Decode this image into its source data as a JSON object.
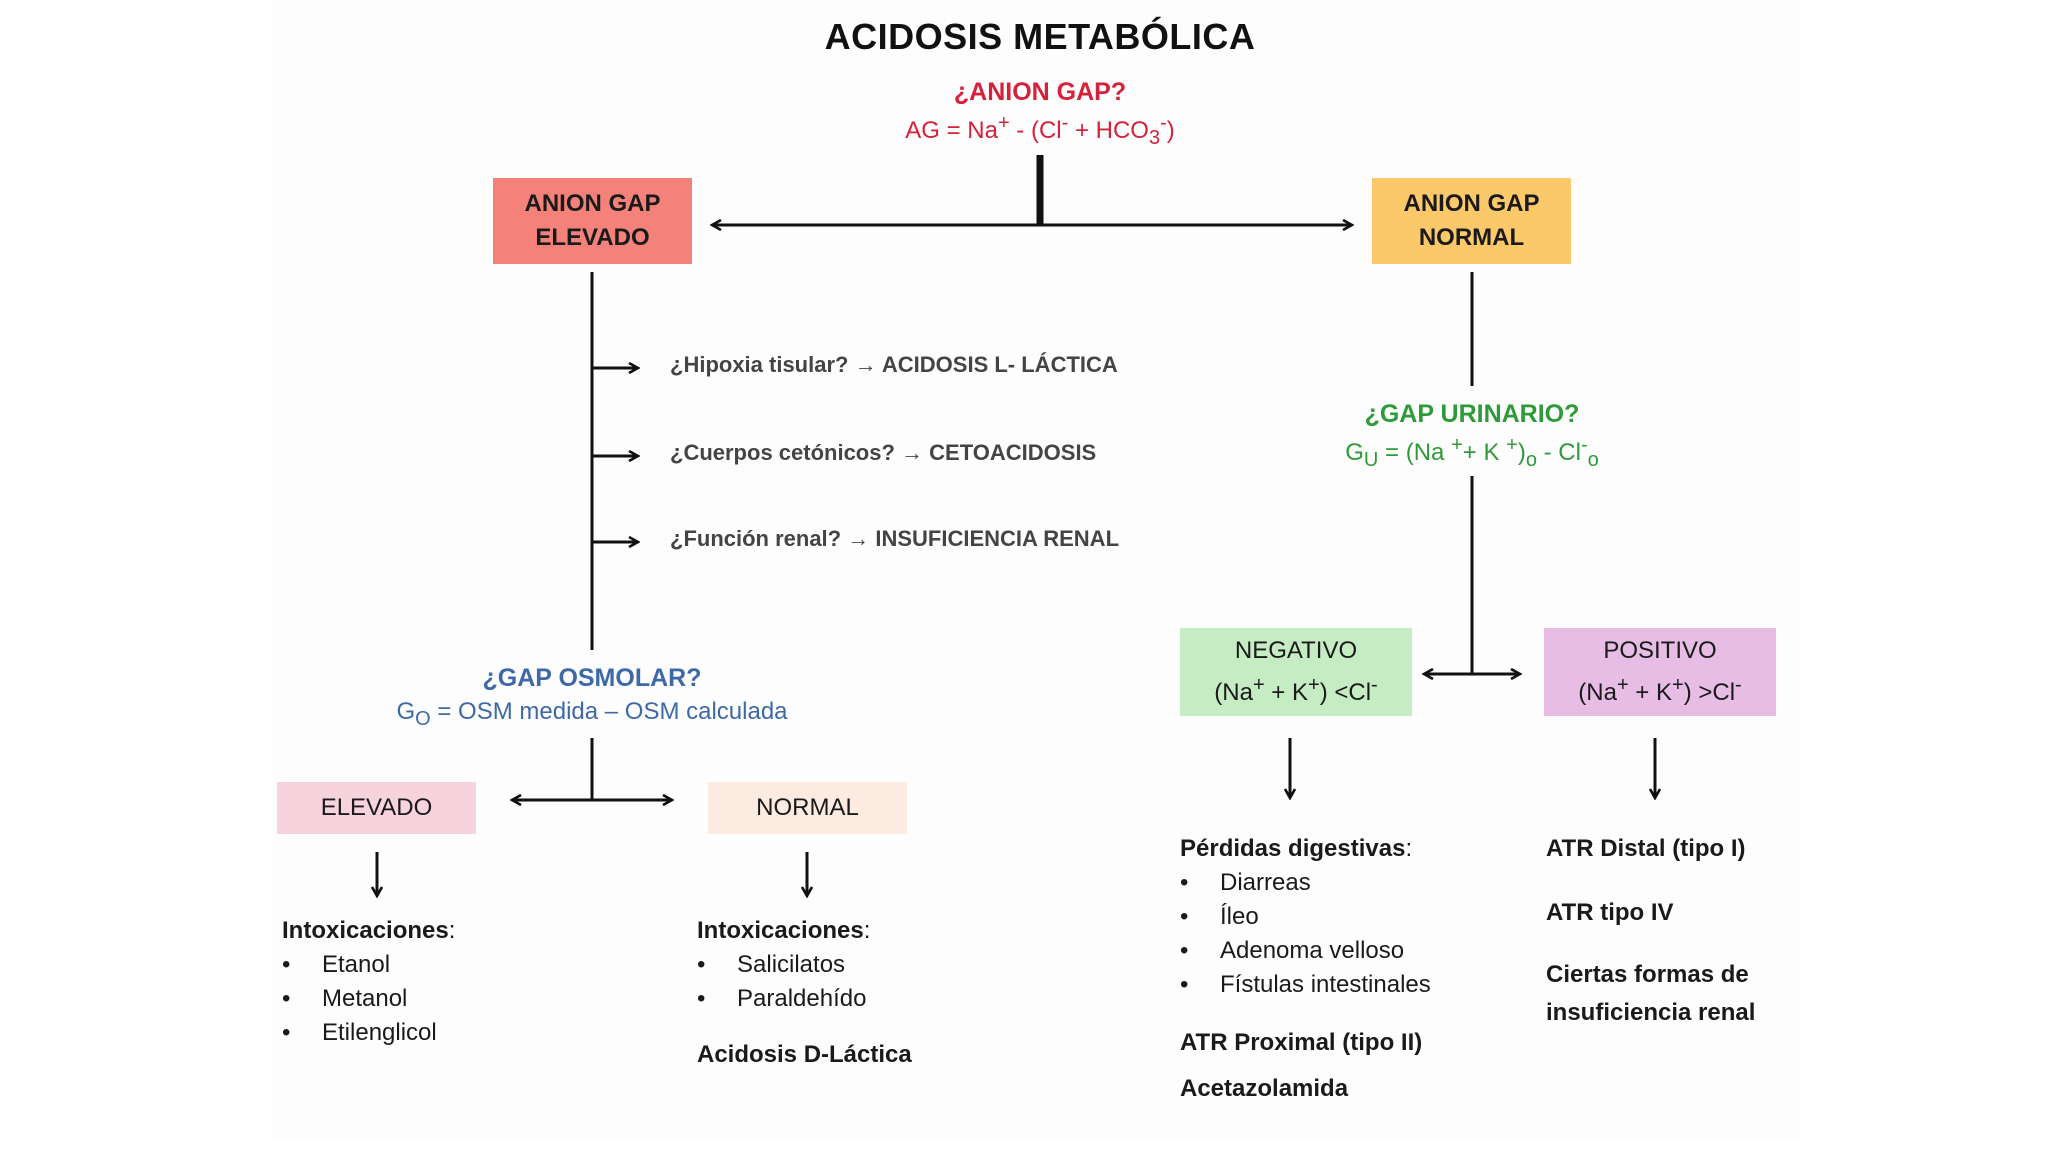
{
  "title": "ACIDOSIS METABÓLICA",
  "anion_gap": {
    "question": "¿ANION GAP?",
    "formula_html": "AG = Na<sup>+</sup> - (Cl<sup>-</sup> + HCO<sub>3</sub><sup>-</sup>)"
  },
  "elevated_box": {
    "line1": "ANION GAP",
    "line2": "ELEVADO",
    "color": "#f5817b"
  },
  "normal_box": {
    "line1": "ANION GAP",
    "line2": "NORMAL",
    "color": "#fbc86a"
  },
  "checks": [
    {
      "question": "¿Hipoxia tisular?",
      "arrow": "→",
      "result": "ACIDOSIS L- LÁCTICA"
    },
    {
      "question": "¿Cuerpos cetónicos?",
      "arrow": "→",
      "result": "CETOACIDOSIS"
    },
    {
      "question": "¿Función renal?",
      "arrow": "→",
      "result": "INSUFICIENCIA RENAL"
    }
  ],
  "osmolar_gap": {
    "question": "¿GAP OSMOLAR?",
    "formula_html": "G<sub>O</sub> = OSM medida – OSM calculada"
  },
  "osm_elevated": {
    "label": "ELEVADO",
    "color": "#f6d3dd"
  },
  "osm_normal": {
    "label": "NORMAL",
    "color": "#fbebe1"
  },
  "osm_elevated_list": {
    "heading": "Intoxicaciones",
    "colon": ":",
    "items": [
      "Etanol",
      "Metanol",
      "Etilenglicol"
    ]
  },
  "osm_normal_list": {
    "heading": "Intoxicaciones",
    "colon": ":",
    "items": [
      "Salicilatos",
      "Paraldehído"
    ],
    "extra": "Acidosis D-Láctica"
  },
  "urinary_gap": {
    "question": "¿GAP URINARIO?",
    "formula_html": "G<sub>U</sub> = (Na <sup>+</sup>+ K <sup>+</sup>)<sub>o</sub> - Cl<sup>-</sup><sub>o</sub>"
  },
  "negative_box": {
    "label": "NEGATIVO",
    "formula_html": "(Na<sup>+</sup> + K<sup>+</sup>) &lt;Cl<sup>-</sup>",
    "color": "#c6ecc4"
  },
  "positive_box": {
    "label": "POSITIVO",
    "formula_html": "(Na<sup>+</sup> + K<sup>+</sup>) &gt;Cl<sup>-</sup>",
    "color": "#e7bde6"
  },
  "negative_list": {
    "heading": "Pérdidas digestivas",
    "colon": ":",
    "items": [
      "Diarreas",
      "Íleo",
      "Adenoma velloso",
      "Fístulas intestinales"
    ],
    "extra1": "ATR Proximal (tipo II)",
    "extra2": "Acetazolamida"
  },
  "positive_list": {
    "item1": "ATR Distal (tipo I)",
    "item2": "ATR tipo IV",
    "item3a": "Ciertas formas de",
    "item3b": "insuficiencia renal"
  },
  "bullet": "•"
}
